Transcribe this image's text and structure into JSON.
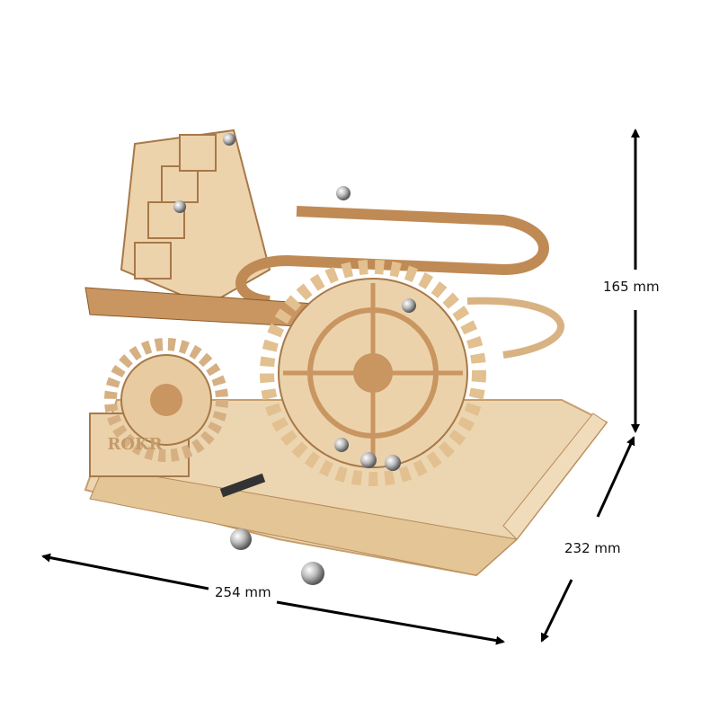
{
  "product": {
    "brand_logo_text": "ROKR",
    "wood_color": "#e9cfa6",
    "wood_dark": "#b98a5a",
    "metal_color": "#c8c8c8"
  },
  "dimensions": {
    "height": "165 mm",
    "depth": "232 mm",
    "width": "254 mm",
    "arrow_color": "#000000"
  }
}
